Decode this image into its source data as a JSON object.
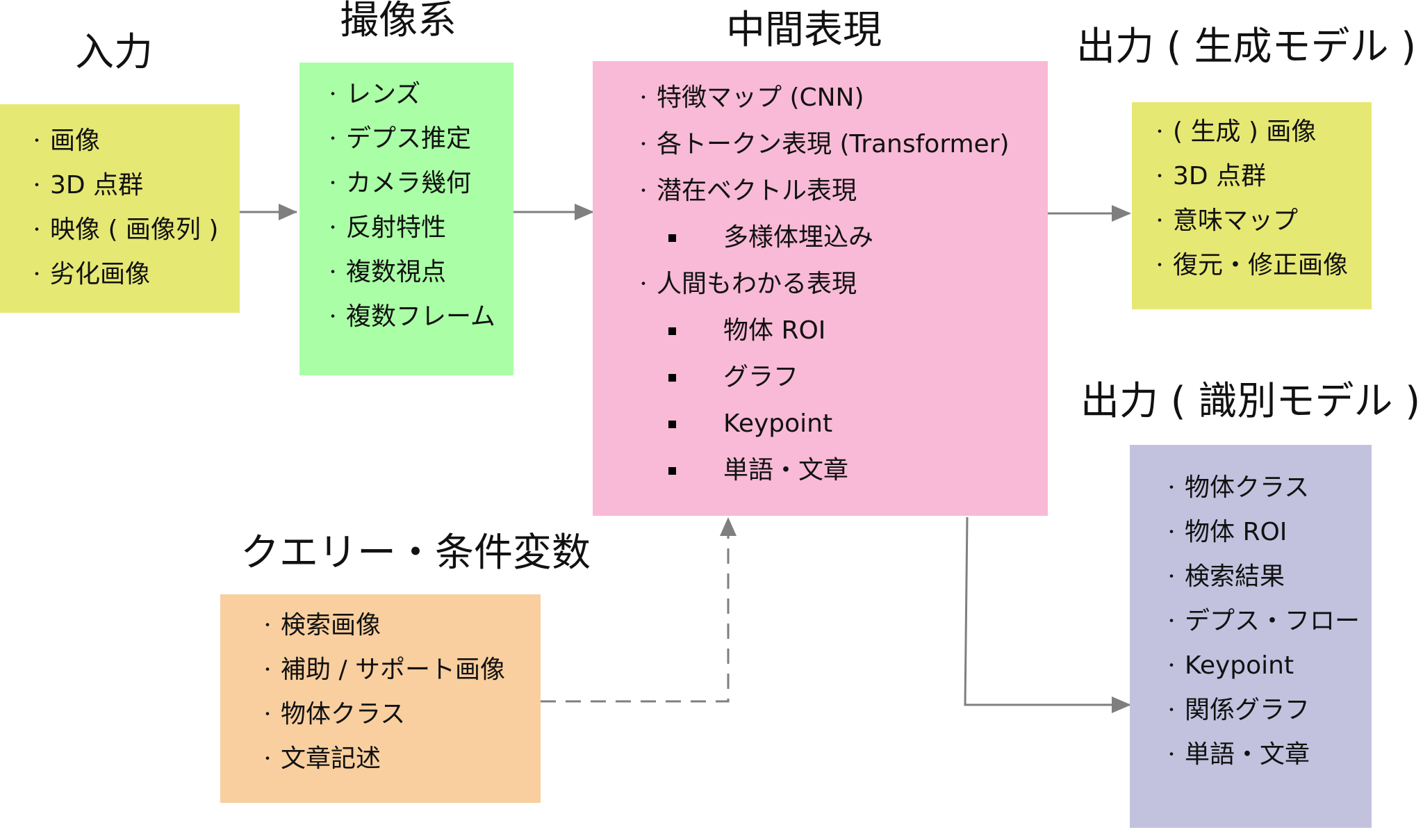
{
  "bullet": "・",
  "colors": {
    "input_box": "#e6e874",
    "imaging_box": "#aaffa6",
    "intermediate_box": "#f8bad6",
    "query_box": "#f9cf9f",
    "gen_output_box": "#e6e874",
    "disc_output_box": "#c2c2df",
    "arrow": "#7f7f7f"
  },
  "input": {
    "title": "入力",
    "items": [
      "画像",
      "3D 点群",
      "映像 ( 画像列 )",
      "劣化画像"
    ]
  },
  "imaging": {
    "title": "撮像系",
    "items": [
      "レンズ",
      "デプス推定",
      "カメラ幾何",
      "反射特性",
      "複数視点",
      "複数フレーム"
    ]
  },
  "intermediate": {
    "title": "中間表現",
    "items": [
      {
        "text": "特徴マップ (CNN)",
        "level": 1
      },
      {
        "text": "各トークン表現 (Transformer)",
        "level": 1
      },
      {
        "text": "潜在ベクトル表現",
        "level": 1
      },
      {
        "text": "多様体埋込み",
        "level": 2
      },
      {
        "text": "人間もわかる表現",
        "level": 1
      },
      {
        "text": "物体 ROI",
        "level": 2
      },
      {
        "text": "グラフ",
        "level": 2
      },
      {
        "text": "Keypoint",
        "level": 2
      },
      {
        "text": "単語・文章",
        "level": 2
      }
    ]
  },
  "query": {
    "title": "クエリー・条件変数",
    "items": [
      "検索画像",
      "補助 / サポート画像",
      "物体クラス",
      "文章記述"
    ]
  },
  "gen_output": {
    "title": "出力 ( 生成モデル )",
    "items": [
      "( 生成 ) 画像",
      "3D 点群",
      "意味マップ",
      "復元・修正画像"
    ]
  },
  "disc_output": {
    "title": "出力 ( 識別モデル )",
    "items": [
      "物体クラス",
      "物体 ROI",
      "検索結果",
      "デプス・フロー",
      "Keypoint",
      "関係グラフ",
      "単語・文章"
    ]
  }
}
